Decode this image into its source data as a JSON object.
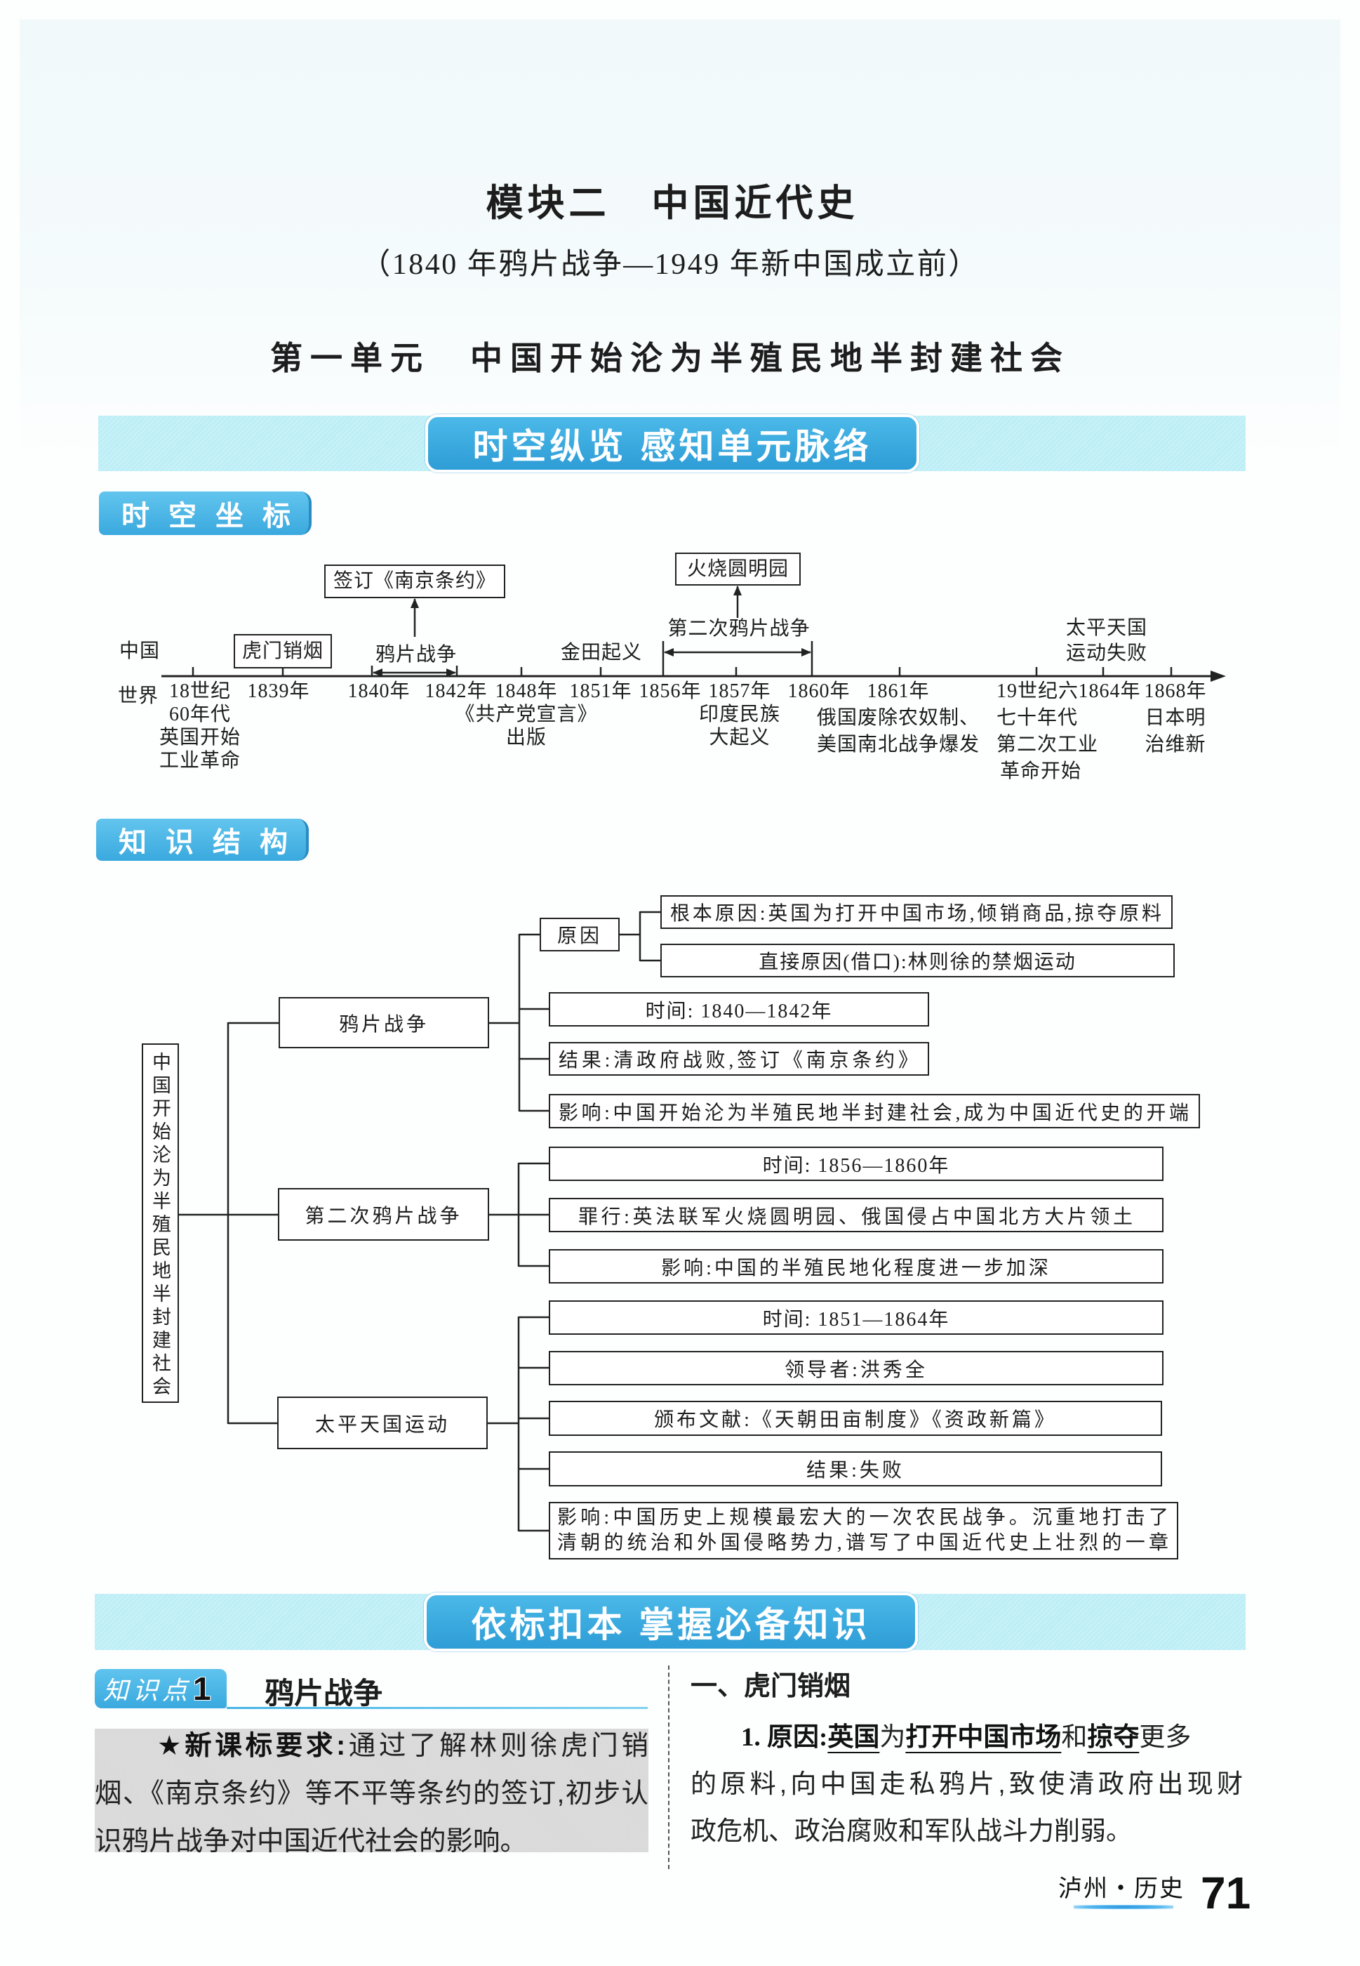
{
  "theme": {
    "accent_blue": "#3aa9de",
    "banner_band": "#bdeef6",
    "requirement_gray": "#d9d9d9",
    "line_color": "#222222"
  },
  "header": {
    "module_title": "模块二　中国近代史",
    "module_subtitle": "（1840 年鸦片战争—1949 年新中国成立前）",
    "unit_title": "第一单元　中国开始沦为半殖民地半封建社会"
  },
  "banners": {
    "overview": "时空纵览 感知单元脉络",
    "basics": "依标扣本 掌握必备知识"
  },
  "timeline": {
    "tag": "时空坐标",
    "row_china": "中国",
    "row_world": "世界",
    "china_events": {
      "humen_opium_destruction": "虎门销烟",
      "treaty_of_nanjing": "签订《南京条约》",
      "opium_war": "鸦片战争",
      "jintian_uprising": "金田起义",
      "second_opium_war": "第二次鸦片战争",
      "burning_yuanmingyuan": "火烧圆明园",
      "taiping_failure": [
        "太平天国",
        "运动失败"
      ]
    },
    "axis_labels": [
      {
        "lines": [
          "18世纪",
          "60年代",
          "英国开始",
          "工业革命"
        ]
      },
      {
        "lines": [
          "1839年"
        ]
      },
      {
        "lines": [
          "1840年"
        ]
      },
      {
        "lines": [
          "1842年"
        ]
      },
      {
        "lines": [
          "1848年",
          "《共产党宣言》",
          "出版"
        ]
      },
      {
        "lines": [
          "1851年"
        ]
      },
      {
        "lines": [
          "1856年"
        ]
      },
      {
        "lines": [
          "1857年",
          "印度民族",
          "大起义"
        ]
      },
      {
        "lines": [
          "1860年"
        ]
      },
      {
        "lines": [
          "1861年",
          "俄国废除农奴制、",
          "美国南北战争爆发"
        ]
      },
      {
        "lines": [
          "19世纪六",
          "七十年代",
          "第二次工业",
          "革命开始"
        ]
      },
      {
        "lines": [
          "1864年"
        ]
      },
      {
        "lines": [
          "1868年",
          "日本明",
          "治维新"
        ]
      }
    ]
  },
  "knowledge_structure": {
    "tag": "知识结构",
    "root": "中国开始沦为半殖民地半封建社会",
    "opium_war": {
      "label": "鸦片战争",
      "cause_label": "原因",
      "root_cause": "根本原因:英国为打开中国市场,倾销商品,掠夺原料",
      "direct_cause": "直接原因(借口):林则徐的禁烟运动",
      "time": "时间: 1840—1842年",
      "result": "结果:清政府战败,签订《南京条约》",
      "impact": "影响:中国开始沦为半殖民地半封建社会,成为中国近代史的开端"
    },
    "second_opium_war": {
      "label": "第二次鸦片战争",
      "time": "时间: 1856—1860年",
      "crimes": "罪行:英法联军火烧圆明园、俄国侵占中国北方大片领土",
      "impact": "影响:中国的半殖民地化程度进一步加深"
    },
    "taiping": {
      "label": "太平天国运动",
      "time": "时间: 1851—1864年",
      "leader": "领导者:洪秀全",
      "documents": "颁布文献:《天朝田亩制度》《资政新篇》",
      "result": "结果:失败",
      "impact_lines": [
        "影响:中国历史上规模最宏大的一次农民战争。沉重地打击了",
        "清朝的统治和外国侵略势力,谱写了中国近代史上壮烈的一章"
      ]
    }
  },
  "knowledge_point": {
    "tag_text": "知识点",
    "tag_number": "1",
    "title": "鸦片战争",
    "requirement": {
      "label": "★新课标要求:",
      "lines": [
        "通过了解林则徐虎门销",
        "烟、《南京条约》等不平等条约的签订,初步认",
        "识鸦片战争对中国近代社会的影响。"
      ]
    },
    "subsection": {
      "heading": "一、虎门销烟",
      "item1": {
        "label": "1. 原因:",
        "line1_segments": [
          {
            "text": "英国",
            "answer": true
          },
          {
            "text": "为",
            "answer": false
          },
          {
            "text": "打开中国市场",
            "answer": true
          },
          {
            "text": "和",
            "answer": false
          },
          {
            "text": "掠夺",
            "answer": true
          },
          {
            "text": "更多",
            "answer": false
          }
        ],
        "lines": [
          "的原料,向中国走私鸦片,致使清政府出现财",
          "政危机、政治腐败和军队战斗力削弱。"
        ]
      }
    }
  },
  "footer": {
    "series": "泸州・历史",
    "page_number": "71"
  }
}
